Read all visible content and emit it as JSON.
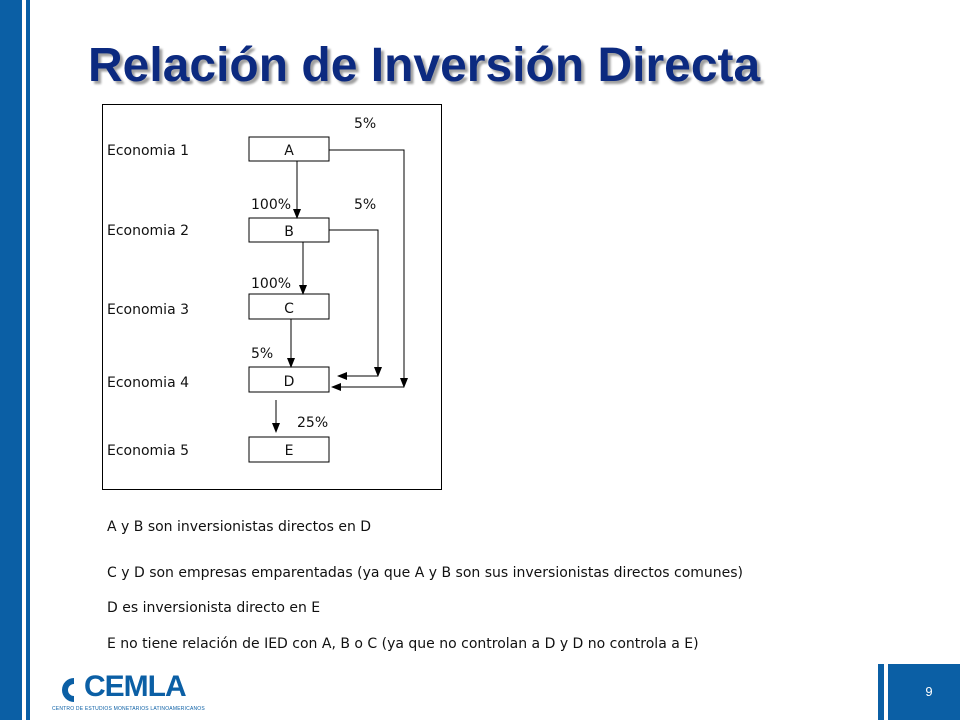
{
  "slide": {
    "title": "Relación de Inversión Directa",
    "page_number": "9"
  },
  "diagram": {
    "rows": [
      {
        "economy": "Economia 1",
        "box": "A"
      },
      {
        "economy": "Economia 2",
        "box": "B"
      },
      {
        "economy": "Economia 3",
        "box": "C"
      },
      {
        "economy": "Economia 4",
        "box": "D"
      },
      {
        "economy": "Economia 5",
        "box": "E"
      }
    ],
    "links": [
      {
        "from": "A",
        "to": "D",
        "pct": "5%"
      },
      {
        "from": "A",
        "to": "B",
        "pct": "100%"
      },
      {
        "from": "B",
        "to": "D",
        "pct": "5%"
      },
      {
        "from": "B",
        "to": "C",
        "pct": "100%"
      },
      {
        "from": "C",
        "to": "D",
        "pct": "5%"
      },
      {
        "from": "D",
        "to": "E",
        "pct": "25%"
      }
    ]
  },
  "statements": [
    "A y B son inversionistas directos en D",
    "C y D son empresas emparentadas (ya que A y B son sus inversionistas directos comunes)",
    "D es inversionista directo en E",
    "E no tiene relación de IED con A, B o C (ya que no controlan a D y D no controla a E)"
  ],
  "logo": {
    "name": "CEMLA",
    "tagline": "CENTRO DE ESTUDIOS MONETARIOS LATINOAMERICANOS"
  },
  "colors": {
    "accent_blue": "#0b5fa5",
    "title_navy": "#0c2a80"
  }
}
